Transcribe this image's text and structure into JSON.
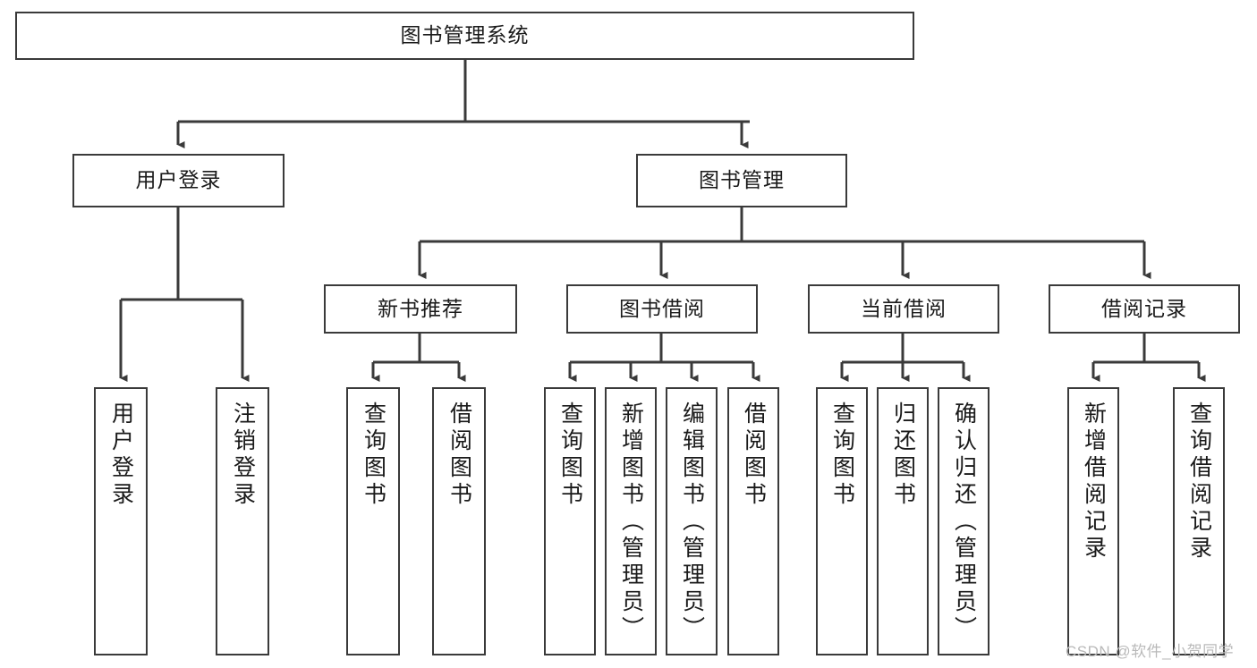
{
  "diagram": {
    "title": "图书管理系统",
    "type": "tree-hierarchy-chart",
    "orientation": "top-down",
    "watermark": "CSDN @软件_小贺同学",
    "colors": {
      "node_border": "#3a3a3a",
      "node_fill": "#ffffff",
      "edge": "#3a3a3a",
      "text": "#1a1a1a",
      "watermark": "#b9b9b9",
      "background": "#ffffff"
    },
    "nodes": {
      "root": {
        "label": "图书管理系统",
        "level": 1,
        "text_direction": "horizontal"
      },
      "l2_user_login": {
        "label": "用户登录",
        "level": 2,
        "text_direction": "horizontal"
      },
      "l2_book_manage": {
        "label": "图书管理",
        "level": 2,
        "text_direction": "horizontal"
      },
      "l3_new_book_rec": {
        "label": "新书推荐",
        "level": 3,
        "text_direction": "horizontal"
      },
      "l3_book_borrow": {
        "label": "图书借阅",
        "level": 3,
        "text_direction": "horizontal"
      },
      "l3_current_borrow": {
        "label": "当前借阅",
        "level": 3,
        "text_direction": "horizontal"
      },
      "l3_borrow_record": {
        "label": "借阅记录",
        "level": 3,
        "text_direction": "horizontal"
      },
      "leaf_user_login": {
        "label": "用户登录",
        "level": 3,
        "text_direction": "vertical",
        "parent": "用户登录"
      },
      "leaf_logout": {
        "label": "注销登录",
        "level": 3,
        "text_direction": "vertical",
        "parent": "用户登录"
      },
      "leaf_rec_query": {
        "label": "查询图书",
        "level": 4,
        "text_direction": "vertical",
        "parent": "新书推荐"
      },
      "leaf_rec_borrow": {
        "label": "借阅图书",
        "level": 4,
        "text_direction": "vertical",
        "parent": "新书推荐"
      },
      "leaf_borrow_query": {
        "label": "查询图书",
        "level": 4,
        "text_direction": "vertical",
        "parent": "图书借阅"
      },
      "leaf_borrow_add": {
        "label": "新增图书（管理员）",
        "level": 4,
        "text_direction": "vertical",
        "parent": "图书借阅"
      },
      "leaf_borrow_edit": {
        "label": "编辑图书（管理员）",
        "level": 4,
        "text_direction": "vertical",
        "parent": "图书借阅"
      },
      "leaf_borrow_lend": {
        "label": "借阅图书",
        "level": 4,
        "text_direction": "vertical",
        "parent": "图书借阅"
      },
      "leaf_cur_query": {
        "label": "查询图书",
        "level": 4,
        "text_direction": "vertical",
        "parent": "当前借阅"
      },
      "leaf_cur_return": {
        "label": "归还图书",
        "level": 4,
        "text_direction": "vertical",
        "parent": "当前借阅"
      },
      "leaf_cur_confirm": {
        "label": "确认归还（管理员）",
        "level": 4,
        "text_direction": "vertical",
        "parent": "当前借阅"
      },
      "leaf_rec_add": {
        "label": "新增借阅记录",
        "level": 4,
        "text_direction": "vertical",
        "parent": "借阅记录"
      },
      "leaf_rec_search": {
        "label": "查询借阅记录",
        "level": 4,
        "text_direction": "vertical",
        "parent": "借阅记录"
      }
    },
    "edges": [
      {
        "from": "图书管理系统",
        "to": "用户登录"
      },
      {
        "from": "图书管理系统",
        "to": "图书管理"
      },
      {
        "from": "用户登录",
        "to": "用户登录"
      },
      {
        "from": "用户登录",
        "to": "注销登录"
      },
      {
        "from": "图书管理",
        "to": "新书推荐"
      },
      {
        "from": "图书管理",
        "to": "图书借阅"
      },
      {
        "from": "图书管理",
        "to": "当前借阅"
      },
      {
        "from": "图书管理",
        "to": "借阅记录"
      },
      {
        "from": "新书推荐",
        "to": "查询图书"
      },
      {
        "from": "新书推荐",
        "to": "借阅图书"
      },
      {
        "from": "图书借阅",
        "to": "查询图书"
      },
      {
        "from": "图书借阅",
        "to": "新增图书（管理员）"
      },
      {
        "from": "图书借阅",
        "to": "编辑图书（管理员）"
      },
      {
        "from": "图书借阅",
        "to": "借阅图书"
      },
      {
        "from": "当前借阅",
        "to": "查询图书"
      },
      {
        "from": "当前借阅",
        "to": "归还图书"
      },
      {
        "from": "当前借阅",
        "to": "确认归还（管理员）"
      },
      {
        "from": "借阅记录",
        "to": "新增借阅记录"
      },
      {
        "from": "借阅记录",
        "to": "查询借阅记录"
      }
    ]
  }
}
